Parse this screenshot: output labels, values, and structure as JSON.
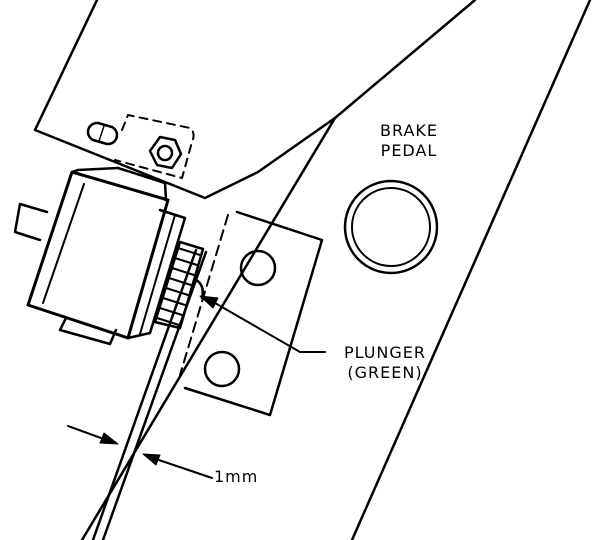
{
  "labels": {
    "brake_pedal": [
      "BRAKE",
      "PEDAL"
    ],
    "plunger": [
      "PLUNGER",
      "(GREEN)"
    ],
    "gap": "1mm"
  },
  "colors": {
    "line": "#000000",
    "background": "#ffffff"
  }
}
